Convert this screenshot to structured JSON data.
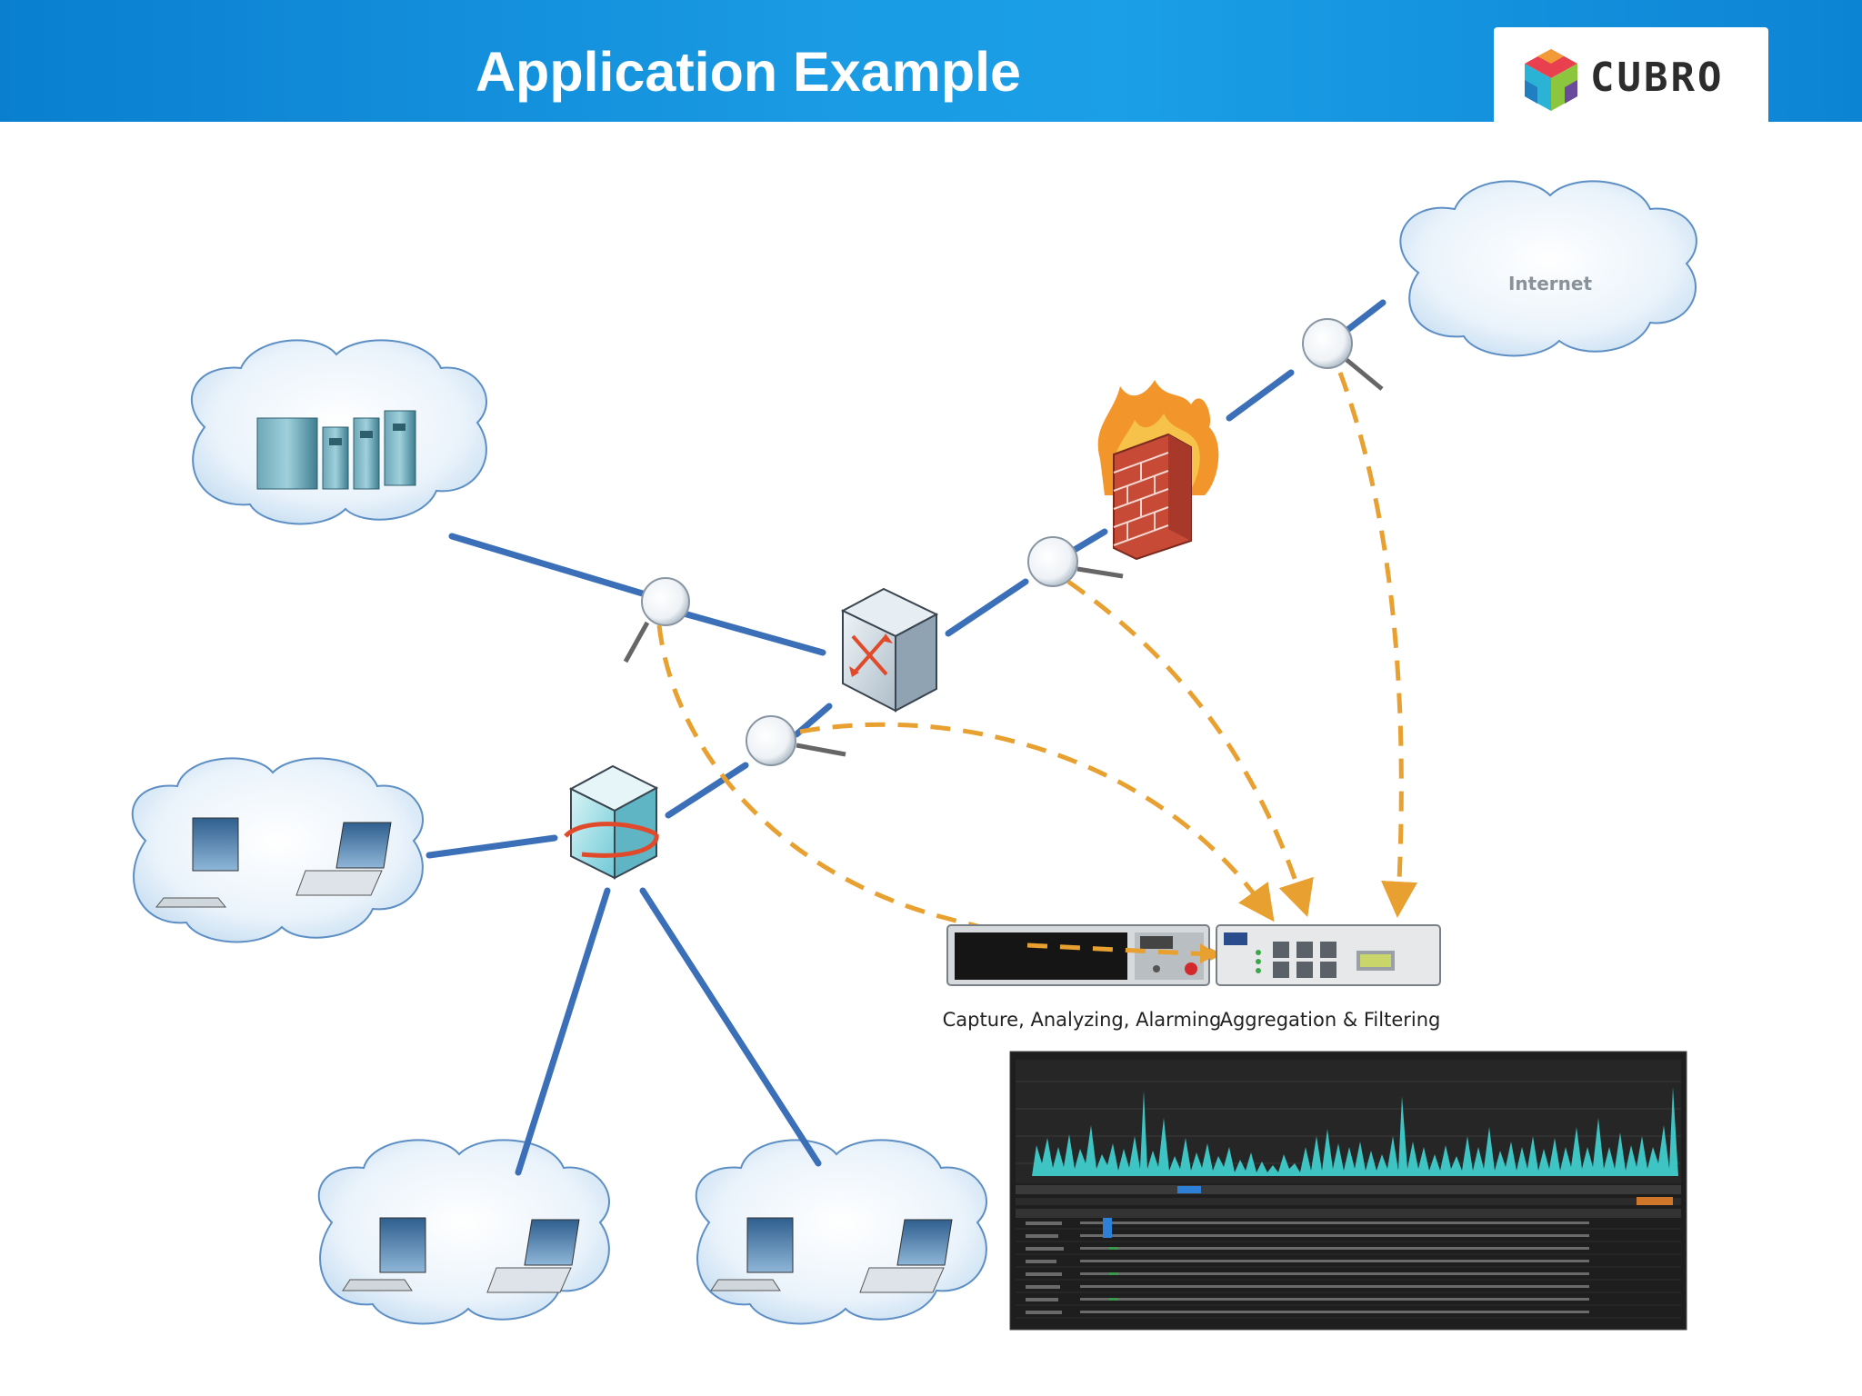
{
  "header": {
    "title": "Application Example"
  },
  "logo": {
    "text": "CUBRO"
  },
  "clouds": {
    "internet_label": "Internet"
  },
  "devices": {
    "capture_label": "Capture, Analyzing, Alarming",
    "aggregation_label": "Aggregation & Filtering"
  },
  "colors": {
    "header_blue": "#1a9be3",
    "link_blue": "#3b6fb8",
    "flow_orange": "#e8a030",
    "chart_teal": "#3fc4c4",
    "dashboard_bg": "#1e1e1e"
  }
}
